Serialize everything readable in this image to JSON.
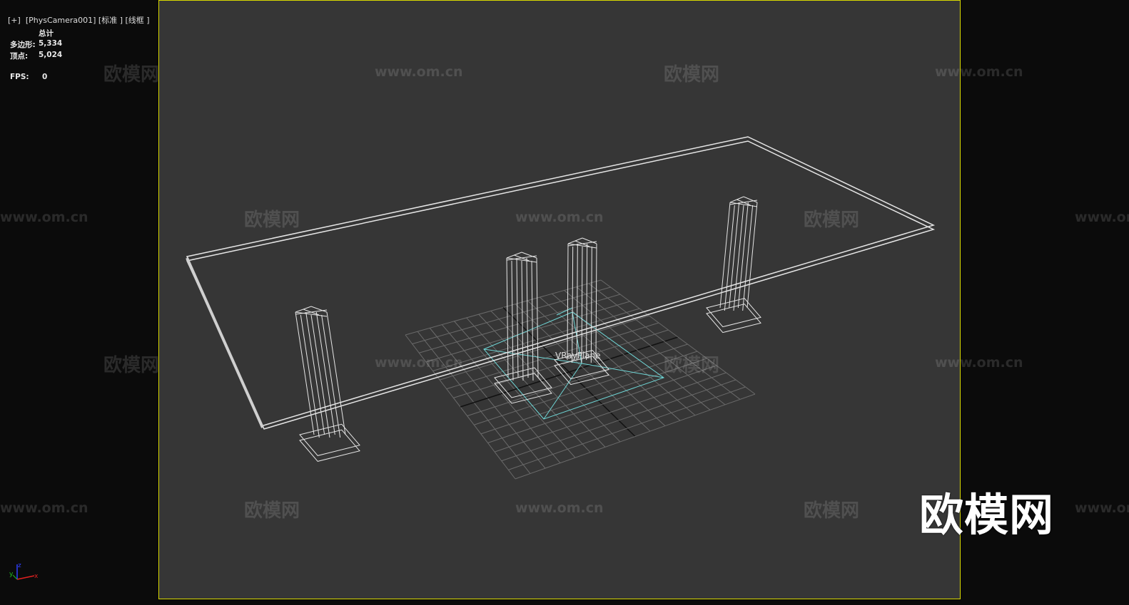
{
  "viewport": {
    "label": "[+]  [PhysCamera001]  [标准 ]  [线框 ]",
    "menu_plus": "[+]",
    "camera": "[PhysCamera001]",
    "shading_standard": "[标准 ]",
    "shading_wireframe": "[线框 ]",
    "border_color": "#d8d800",
    "background_color": "#363636"
  },
  "stats": {
    "header": "总计",
    "polygons_label": "多边形:",
    "polygons_value": "5,334",
    "vertices_label": "顶点:",
    "vertices_value": "5,024",
    "fps_label": "FPS:",
    "fps_value": "0"
  },
  "scene": {
    "object_label": "VRayPlane",
    "wireframe_color": "#e6e6e6",
    "light_color": "#6fd6d6"
  },
  "axis_gizmo": {
    "x": "x",
    "y": "y",
    "z": "z",
    "x_color": "#e02020",
    "y_color": "#20c020",
    "z_color": "#3040ff"
  },
  "watermarks": {
    "brand": "欧模网",
    "url": "www.om.cn"
  },
  "logo": "欧模网"
}
